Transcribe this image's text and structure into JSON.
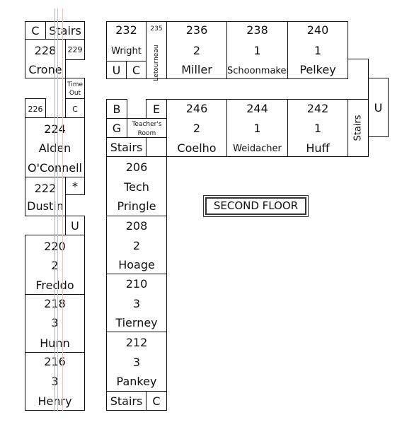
{
  "title": "SECOND FLOOR",
  "rooms": {
    "c_nw": "C",
    "stairs_nw": "Stairs",
    "r228": {
      "num": "228",
      "name": "Crone"
    },
    "r229": "229",
    "timeout": "Time Out",
    "r226": "226",
    "c_w": "C",
    "r224": {
      "num": "224",
      "name1": "Alden",
      "name2": "O'Connell"
    },
    "r222": {
      "num": "222",
      "name": "Dustin"
    },
    "star": "*",
    "u_w": "U",
    "r220": {
      "num": "220",
      "grade": "2",
      "name": "Freddo"
    },
    "r218": {
      "num": "218",
      "grade": "3",
      "name": "Hunn"
    },
    "r216": {
      "num": "216",
      "grade": "3",
      "name": "Henry"
    },
    "r232": {
      "num": "232",
      "name": "Wright"
    },
    "u_n": "U",
    "c_n": "C",
    "r235": {
      "num": "235",
      "name": "Letourneau"
    },
    "r236": {
      "num": "236",
      "grade": "2",
      "name": "Miller"
    },
    "r238": {
      "num": "238",
      "grade": "1",
      "name": "Schoonmaker"
    },
    "r240": {
      "num": "240",
      "grade": "1",
      "name": "Pelkey"
    },
    "b": "B",
    "e": "E",
    "g": "G",
    "teachers_room": "Teacher's Room",
    "stairs_c": "Stairs",
    "r246": {
      "num": "246",
      "grade": "2",
      "name": "Coelho"
    },
    "r244": {
      "num": "244",
      "grade": "1",
      "name": "Weidacher"
    },
    "r242": {
      "num": "242",
      "grade": "1",
      "name": "Huff"
    },
    "stairs_e": "Stairs",
    "u_e": "U",
    "r206": {
      "num": "206",
      "name1": "Tech",
      "name2": "Pringle"
    },
    "r208": {
      "num": "208",
      "grade": "2",
      "name": "Hoage"
    },
    "r210": {
      "num": "210",
      "grade": "3",
      "name": "Tierney"
    },
    "r212": {
      "num": "212",
      "grade": "3",
      "name": "Pankey"
    },
    "stairs_s": "Stairs",
    "c_s": "C"
  }
}
